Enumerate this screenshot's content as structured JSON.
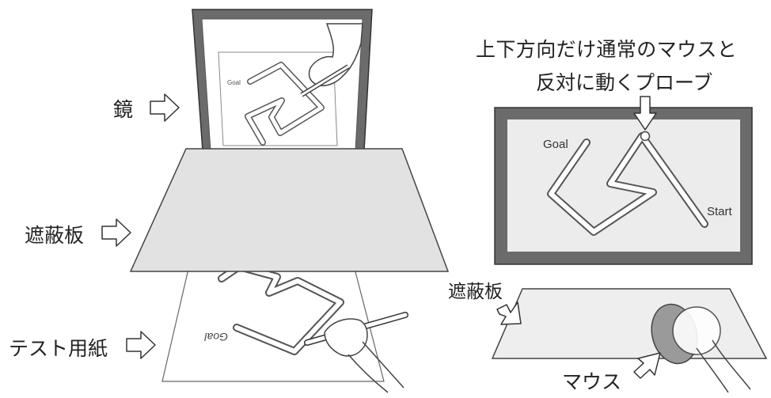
{
  "labels": {
    "mirror": "鏡",
    "shield_left": "遮蔽板",
    "test_paper": "テスト用紙",
    "probe_line1": "上下方向だけ通常のマウスと",
    "probe_line2": "反対に動くプローブ",
    "shield_right": "遮蔽板",
    "mouse": "マウス"
  },
  "maze_text": {
    "goal_mirror": "Goal",
    "goal_paper": "Goal",
    "goal_screen": "Goal",
    "start_screen": "Start"
  },
  "colors": {
    "frame_dark": "#6b6b6b",
    "shield_fill": "#e2e2e2",
    "screen_fill": "#ececec",
    "line": "#444444"
  }
}
